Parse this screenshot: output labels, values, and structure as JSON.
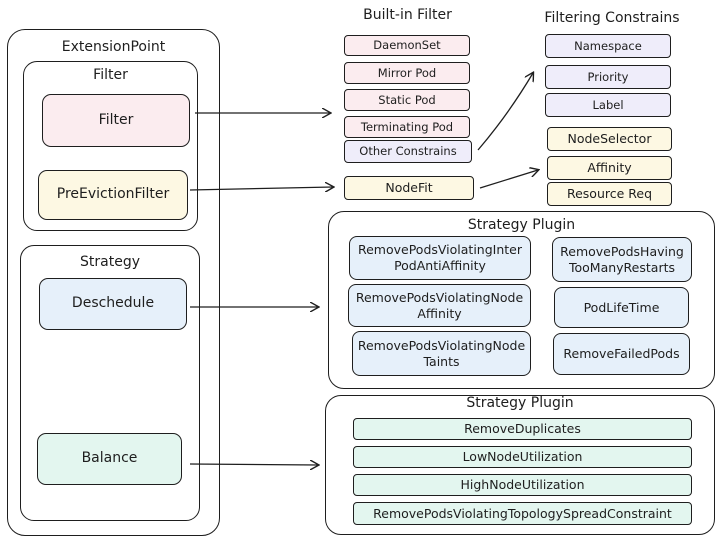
{
  "extension_point": {
    "title": "ExtensionPoint",
    "filter_group": {
      "title": "Filter",
      "filter": "Filter",
      "pre_eviction": "PreEvictionFilter"
    },
    "strategy_group": {
      "title": "Strategy",
      "deschedule": "Deschedule",
      "balance": "Balance"
    }
  },
  "builtin_filter": {
    "title": "Built-in Filter",
    "items": [
      "DaemonSet",
      "Mirror Pod",
      "Static Pod",
      "Terminating Pod",
      "Other Constrains"
    ],
    "nodefit": "NodeFit"
  },
  "filtering_constrains": {
    "title": "Filtering Constrains",
    "items": [
      "Namespace",
      "Priority",
      "Label"
    ],
    "node_items": [
      "NodeSelector",
      "Affinity",
      "Resource Req"
    ]
  },
  "deschedule_plugins": {
    "title": "Strategy Plugin",
    "left": [
      [
        "RemovePodsViolatingInter",
        "PodAntiAffinity"
      ],
      [
        "RemovePodsViolatingNode",
        "Affinity"
      ],
      [
        "RemovePodsViolatingNode",
        "Taints"
      ]
    ],
    "right": [
      [
        "RemovePodsHaving",
        "TooManyRestarts"
      ],
      [
        "PodLifeTime"
      ],
      [
        "RemoveFailedPods"
      ]
    ]
  },
  "balance_plugins": {
    "title": "Strategy Plugin",
    "items": [
      "RemoveDuplicates",
      "LowNodeUtilization",
      "HighNodeUtilization",
      "RemovePodsViolatingTopologySpreadConstraint"
    ]
  },
  "colors": {
    "pink": "#fbecef",
    "yellow": "#fdf8e3",
    "lavender": "#efedfa",
    "blue": "#e6f0fa",
    "green": "#e3f6ef",
    "stroke": "#1e1e1e"
  }
}
